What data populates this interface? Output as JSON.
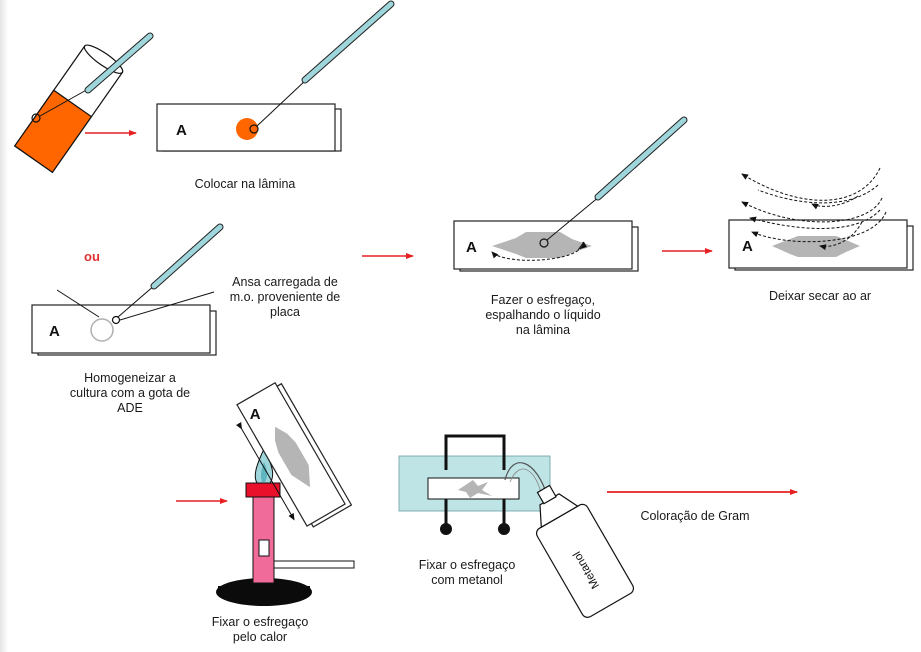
{
  "colors": {
    "culture": "#ff6600",
    "arrow": "#e62020",
    "loop_handle": "#9fd6dc",
    "stain_tray": "#bfe4e6",
    "smear": "#b5b5b5",
    "burner_red": "#e8102a",
    "burner_pink": "#f06a9a"
  },
  "icons": {
    "culture_tube": "test-tube-icon",
    "loop": "inoculating-loop-icon",
    "slide": "glass-slide-icon",
    "burner": "bunsen-burner-icon",
    "bottle": "methanol-bottle-icon"
  },
  "slide_label": "A",
  "steps": {
    "place_on_slide": {
      "caption": "Colocar na lâmina"
    },
    "or_label": "ou",
    "loop_from_plate": {
      "lines": [
        "Ansa carregada de",
        "m.o. proveniente de",
        "placa"
      ]
    },
    "homogenize": {
      "lines": [
        "Homogeneizar a",
        "cultura com a gota de",
        "ADE"
      ]
    },
    "smear": {
      "lines": [
        "Fazer o esfregaço,",
        "espalhando o líquido",
        "na lâmina"
      ]
    },
    "dry": {
      "caption": "Deixar secar ao ar"
    },
    "heat_fix": {
      "lines": [
        "Fixar o esfregaço",
        "pelo calor"
      ]
    },
    "methanol_fix": {
      "lines": [
        "Fixar o esfregaço",
        "com metanol"
      ]
    },
    "bottle_label": "Metanol",
    "gram": {
      "caption": "Coloração de Gram"
    }
  }
}
